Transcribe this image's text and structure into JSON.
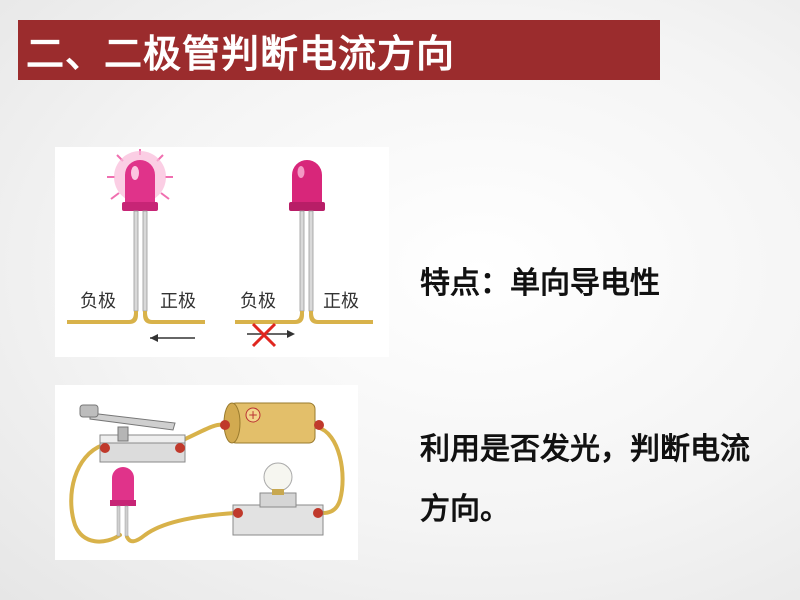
{
  "slide": {
    "title": "二、二极管判断电流方向",
    "feature": "特点：单向导电性",
    "method": "利用是否发光，判断电流方向。"
  },
  "figure_top": {
    "left_neg_label": "负极",
    "left_pos_label": "正极",
    "right_neg_label": "负极",
    "right_pos_label": "正极"
  },
  "colors": {
    "title_bg": "#9b2c2d",
    "led": "#e0338a",
    "wire": "#d8b24a"
  }
}
